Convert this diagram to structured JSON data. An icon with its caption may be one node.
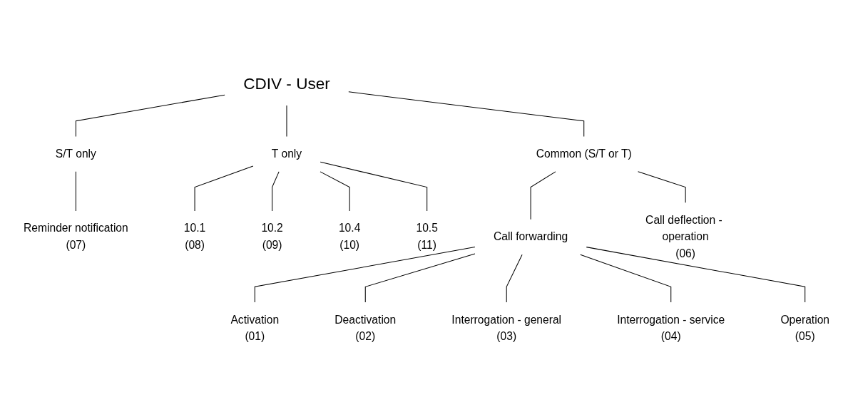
{
  "diagram": {
    "nodes": [
      {
        "text": [
          "CDIV - User"
        ]
      },
      {
        "text": [
          "Common (S/T or T)"
        ]
      },
      {
        "text": [
          "S/T only"
        ]
      },
      {
        "text": [
          "T only"
        ]
      },
      {
        "text": [
          "Reminder notification",
          "(07)"
        ]
      },
      {
        "text": [
          "10.1",
          "(08)"
        ]
      },
      {
        "text": [
          "10.2",
          "(09)"
        ]
      },
      {
        "text": [
          "10.4",
          "(10)"
        ]
      },
      {
        "text": [
          "10.5",
          "(11)"
        ]
      },
      {
        "text": [
          "Call forwarding"
        ]
      },
      {
        "text": [
          "Call deflection - operation",
          "(06)"
        ]
      },
      {
        "text": [
          "Activation",
          "(01)"
        ]
      },
      {
        "text": [
          "Deactivation",
          "(02)"
        ]
      },
      {
        "text": [
          "Interrogation - general",
          "(03)"
        ]
      },
      {
        "text": [
          "Interrogation - service",
          "(04)"
        ]
      },
      {
        "text": [
          "Operation",
          "(05)"
        ]
      }
    ],
    "edges": [
      {
        "from": 0,
        "to": 1,
        "arrow": "none"
      },
      {
        "from": 0,
        "to": 2,
        "arrow": "none"
      },
      {
        "from": 0,
        "to": 3,
        "arrow": "none"
      },
      {
        "from": 2,
        "to": 4,
        "arrow": "none"
      },
      {
        "from": 3,
        "to": 5,
        "arrow": "none"
      },
      {
        "from": 3,
        "to": 6,
        "arrow": "none"
      },
      {
        "from": 3,
        "to": 7,
        "arrow": "none"
      },
      {
        "from": 3,
        "to": 8,
        "arrow": "none"
      },
      {
        "from": 1,
        "to": 9,
        "arrow": "none"
      },
      {
        "from": 1,
        "to": 10,
        "arrow": "none"
      },
      {
        "from": 9,
        "to": 11,
        "arrow": "none"
      },
      {
        "from": 9,
        "to": 12,
        "arrow": "none"
      },
      {
        "from": 9,
        "to": 13,
        "arrow": "none"
      },
      {
        "from": 9,
        "to": 14,
        "arrow": "none"
      },
      {
        "from": 9,
        "to": 15,
        "arrow": "none"
      }
    ]
  }
}
